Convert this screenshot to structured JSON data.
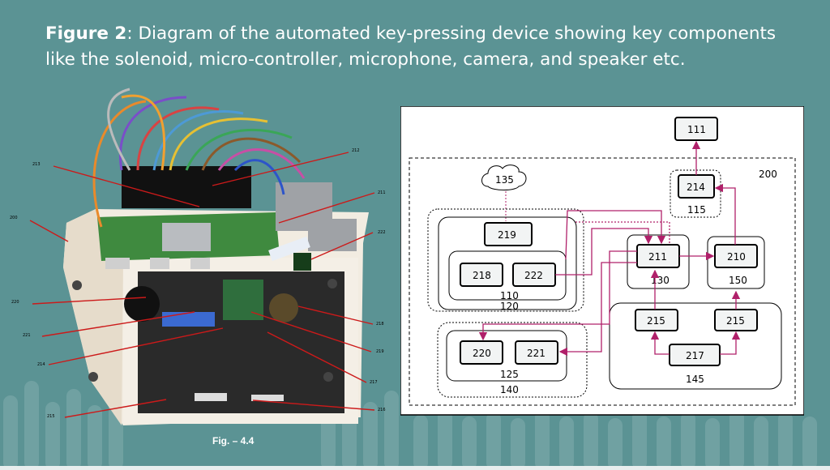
{
  "caption": {
    "bold": "Figure 2",
    "rest": ": Diagram of the automated key-pressing device showing key components like the solenoid, micro-controller, microphone, camera, and speaker etc."
  },
  "figure_label": "Fig. – 4.4",
  "photo_labels": {
    "l200": "200",
    "l213": "213",
    "l212": "212",
    "l211": "211",
    "l222": "222",
    "l220": "220",
    "l221": "221",
    "l214": "214",
    "l215": "215",
    "l218": "218",
    "l219": "219",
    "l217": "217",
    "l216": "216"
  },
  "diagram": {
    "b111": "111",
    "b200": "200",
    "b214": "214",
    "b115": "115",
    "b135": "135",
    "b219": "219",
    "b218": "218",
    "b222": "222",
    "b110": "110",
    "b120": "120",
    "b211": "211",
    "b130": "130",
    "b210": "210",
    "b150": "150",
    "b215a": "215",
    "b215b": "215",
    "b217": "217",
    "b145": "145",
    "b220": "220",
    "b221": "221",
    "b125": "125",
    "b140": "140"
  },
  "colors": {
    "background": "#5b9394",
    "arrow": "#b0206a",
    "photo_arrow": "#cc1a1a"
  }
}
